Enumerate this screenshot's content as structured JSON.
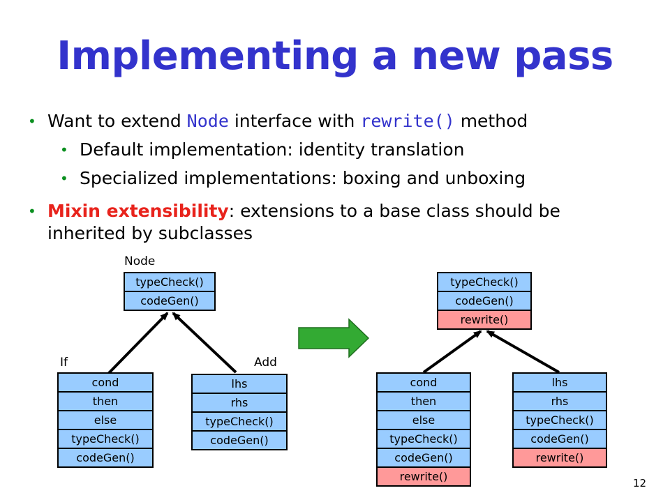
{
  "slide": {
    "title": "Implementing a new pass",
    "page_number": "12"
  },
  "bullets": {
    "b1": {
      "pre": "Want to extend ",
      "code1": "Node",
      "mid": " interface with ",
      "code2": "rewrite()",
      "post": " method"
    },
    "b1a": "Default implementation: identity translation",
    "b1b": "Specialized implementations: boxing and unboxing",
    "b2": {
      "highlight": "Mixin extensibility",
      "rest1": ": extensions to a base class should be",
      "rest2": "inherited by subclasses"
    }
  },
  "diagram_left": {
    "node_label": "Node",
    "node_rows": [
      "typeCheck()",
      "codeGen()"
    ],
    "if_label": "If",
    "if_rows": [
      "cond",
      "then",
      "else",
      "typeCheck()",
      "codeGen()"
    ],
    "add_label": "Add",
    "add_rows": [
      "lhs",
      "rhs",
      "typeCheck()",
      "codeGen()"
    ]
  },
  "diagram_right": {
    "node_rows": [
      "typeCheck()",
      "codeGen()"
    ],
    "node_new_row": "rewrite()",
    "if_rows": [
      "cond",
      "then",
      "else",
      "typeCheck()",
      "codeGen()"
    ],
    "if_new_row": "rewrite()",
    "add_rows": [
      "lhs",
      "rhs",
      "typeCheck()",
      "codeGen()"
    ],
    "add_new_row": "rewrite()"
  },
  "colors": {
    "title": "#3333cc",
    "inherited_row": "#99ccff",
    "new_row": "#ff9999",
    "arrow": "#33aa33",
    "bullet": "#0a8f1f",
    "highlight": "#e8231c"
  }
}
